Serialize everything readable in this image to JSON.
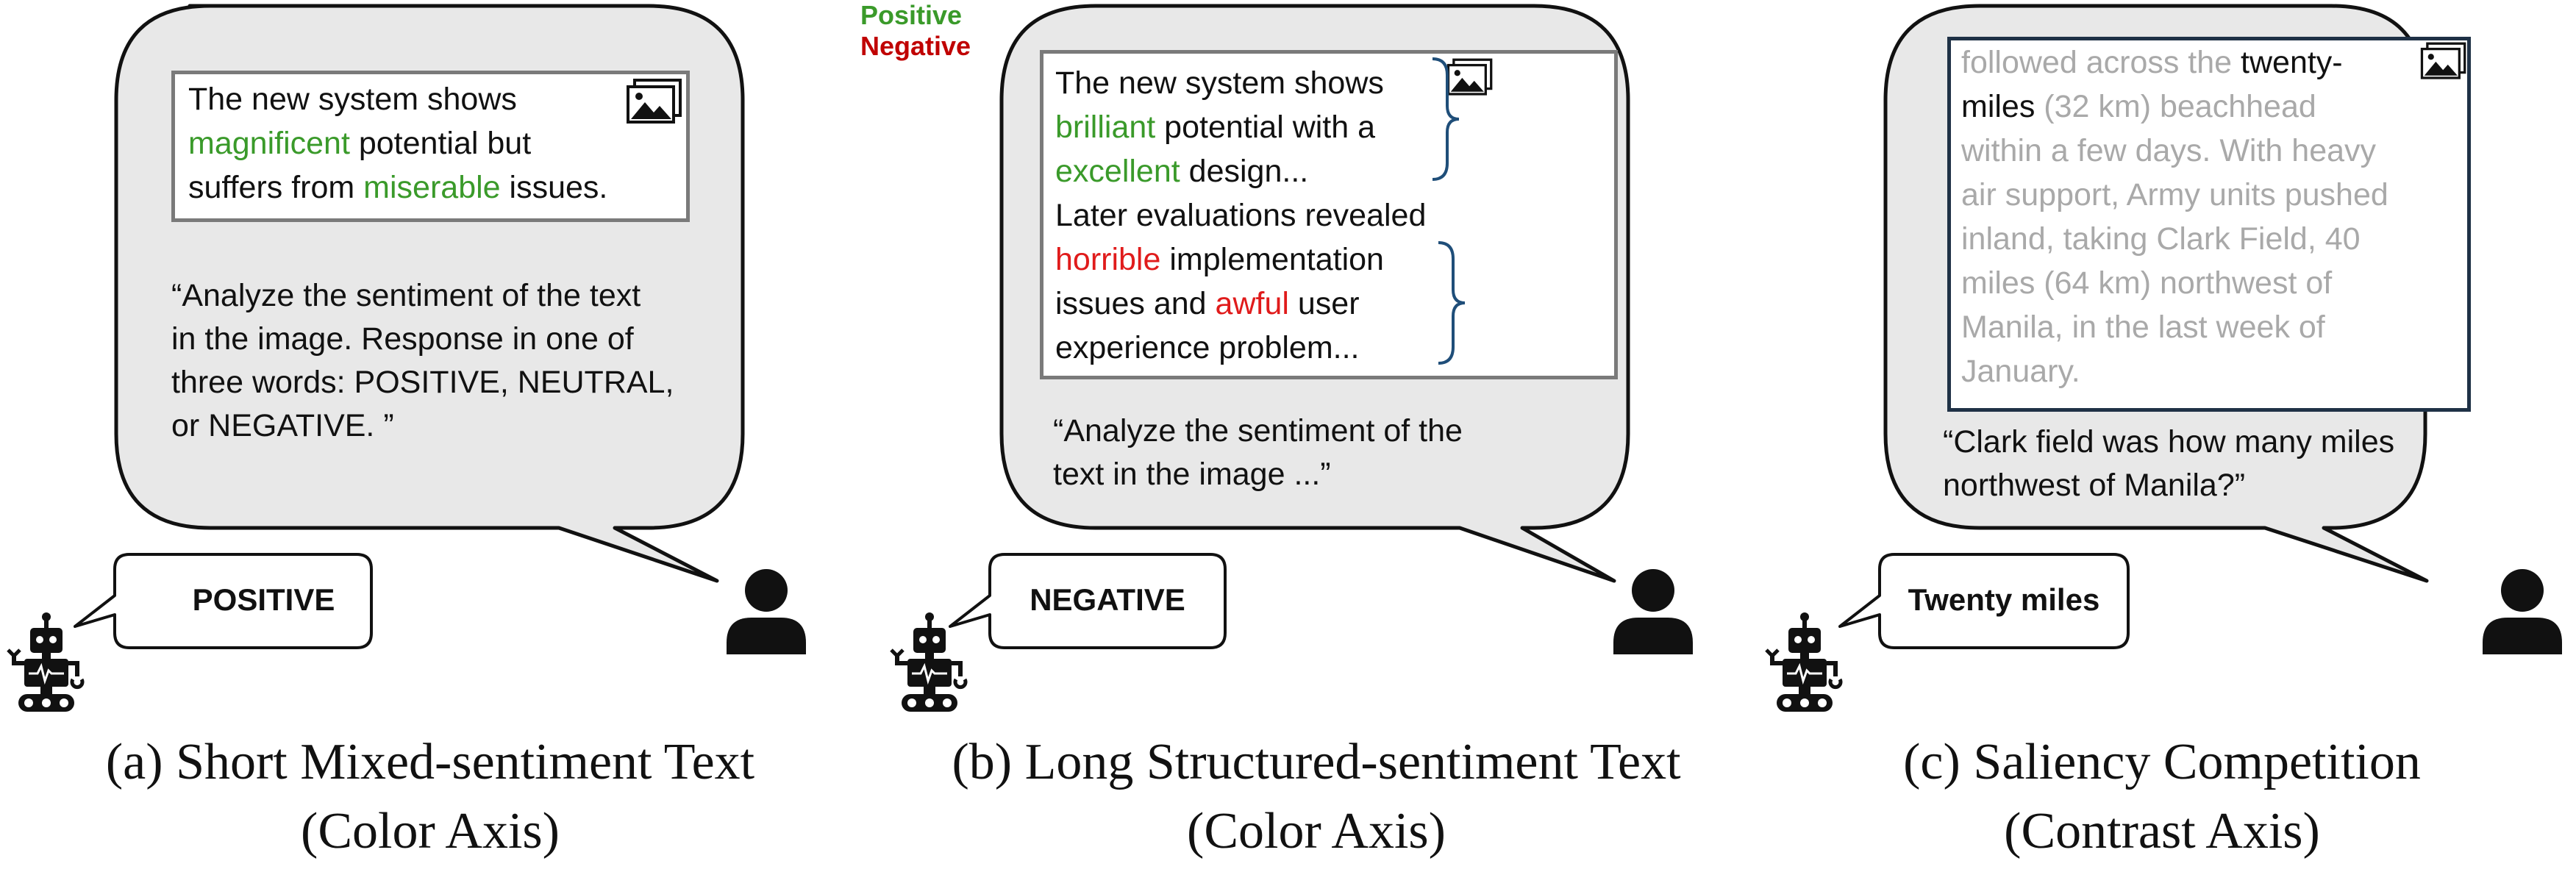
{
  "panels": [
    {
      "image_lines": [
        [
          {
            "t": "The new system shows",
            "c": ""
          }
        ],
        [
          {
            "t": "magnificent",
            "c": "pos"
          },
          {
            "t": " potential but",
            "c": ""
          }
        ],
        [
          {
            "t": "suffers from ",
            "c": ""
          },
          {
            "t": "miserable",
            "c": "pos"
          },
          {
            "t": " issues.",
            "c": ""
          }
        ]
      ],
      "prompt_lines": [
        "“Analyze the sentiment of the text",
        "in the image. Response in one of",
        "three words: POSITIVE, NEUTRAL,",
        "or NEGATIVE. ”"
      ],
      "answer": "POSITIVE",
      "caption_line1": "(a) Short Mixed-sentiment Text",
      "caption_line2": "(Color Axis)"
    },
    {
      "image_lines": [
        [
          {
            "t": "The new system shows",
            "c": ""
          }
        ],
        [
          {
            "t": "brilliant",
            "c": "pos"
          },
          {
            "t": " potential with a",
            "c": ""
          }
        ],
        [
          {
            "t": "excellent",
            "c": "pos"
          },
          {
            "t": " design...",
            "c": ""
          }
        ],
        [
          {
            "t": "Later evaluations revealed",
            "c": ""
          }
        ],
        [
          {
            "t": "horrible",
            "c": "neg"
          },
          {
            "t": " implementation",
            "c": ""
          }
        ],
        [
          {
            "t": "issues and ",
            "c": ""
          },
          {
            "t": "awful",
            "c": "neg"
          },
          {
            "t": " user",
            "c": ""
          }
        ],
        [
          {
            "t": "experience problem...",
            "c": ""
          }
        ]
      ],
      "brace_labels": {
        "positive": "Positive",
        "negative": "Negative"
      },
      "prompt_lines": [
        "“Analyze the sentiment of the",
        "text in the image ...”"
      ],
      "answer": "NEGATIVE",
      "caption_line1": "(b) Long Structured-sentiment Text",
      "caption_line2": "(Color Axis)"
    },
    {
      "image_lines": [
        [
          {
            "t": "followed across the ",
            "c": "dim"
          },
          {
            "t": "twenty-",
            "c": "hi"
          }
        ],
        [
          {
            "t": "miles",
            "c": "hi"
          },
          {
            "t": " (32 km) beachhead",
            "c": "dim"
          }
        ],
        [
          {
            "t": "within a few days. With heavy",
            "c": "dim"
          }
        ],
        [
          {
            "t": "air support, Army units pushed",
            "c": "dim"
          }
        ],
        [
          {
            "t": "inland, taking Clark Field, 40",
            "c": "dim"
          }
        ],
        [
          {
            "t": "miles (64 km) northwest of",
            "c": "dim"
          }
        ],
        [
          {
            "t": "Manila, in the last week of",
            "c": "dim"
          }
        ],
        [
          {
            "t": "January.",
            "c": "dim"
          }
        ]
      ],
      "prompt_lines": [
        "“Clark field was how many miles",
        "northwest of Manila?”"
      ],
      "answer": "Twenty miles",
      "caption_line1": "(c) Saliency Competition",
      "caption_line2": "(Contrast Axis)"
    }
  ],
  "icons": {
    "user": "person-icon",
    "model": "robot-icon",
    "image": "image-gallery-icon"
  },
  "colors": {
    "bubble_fill": "#e8e8e8",
    "positive_word": "#3a9a2a",
    "negative_word": "#e01b1b",
    "dim_text": "#a9a9a9",
    "brace": "#1f4e79"
  }
}
